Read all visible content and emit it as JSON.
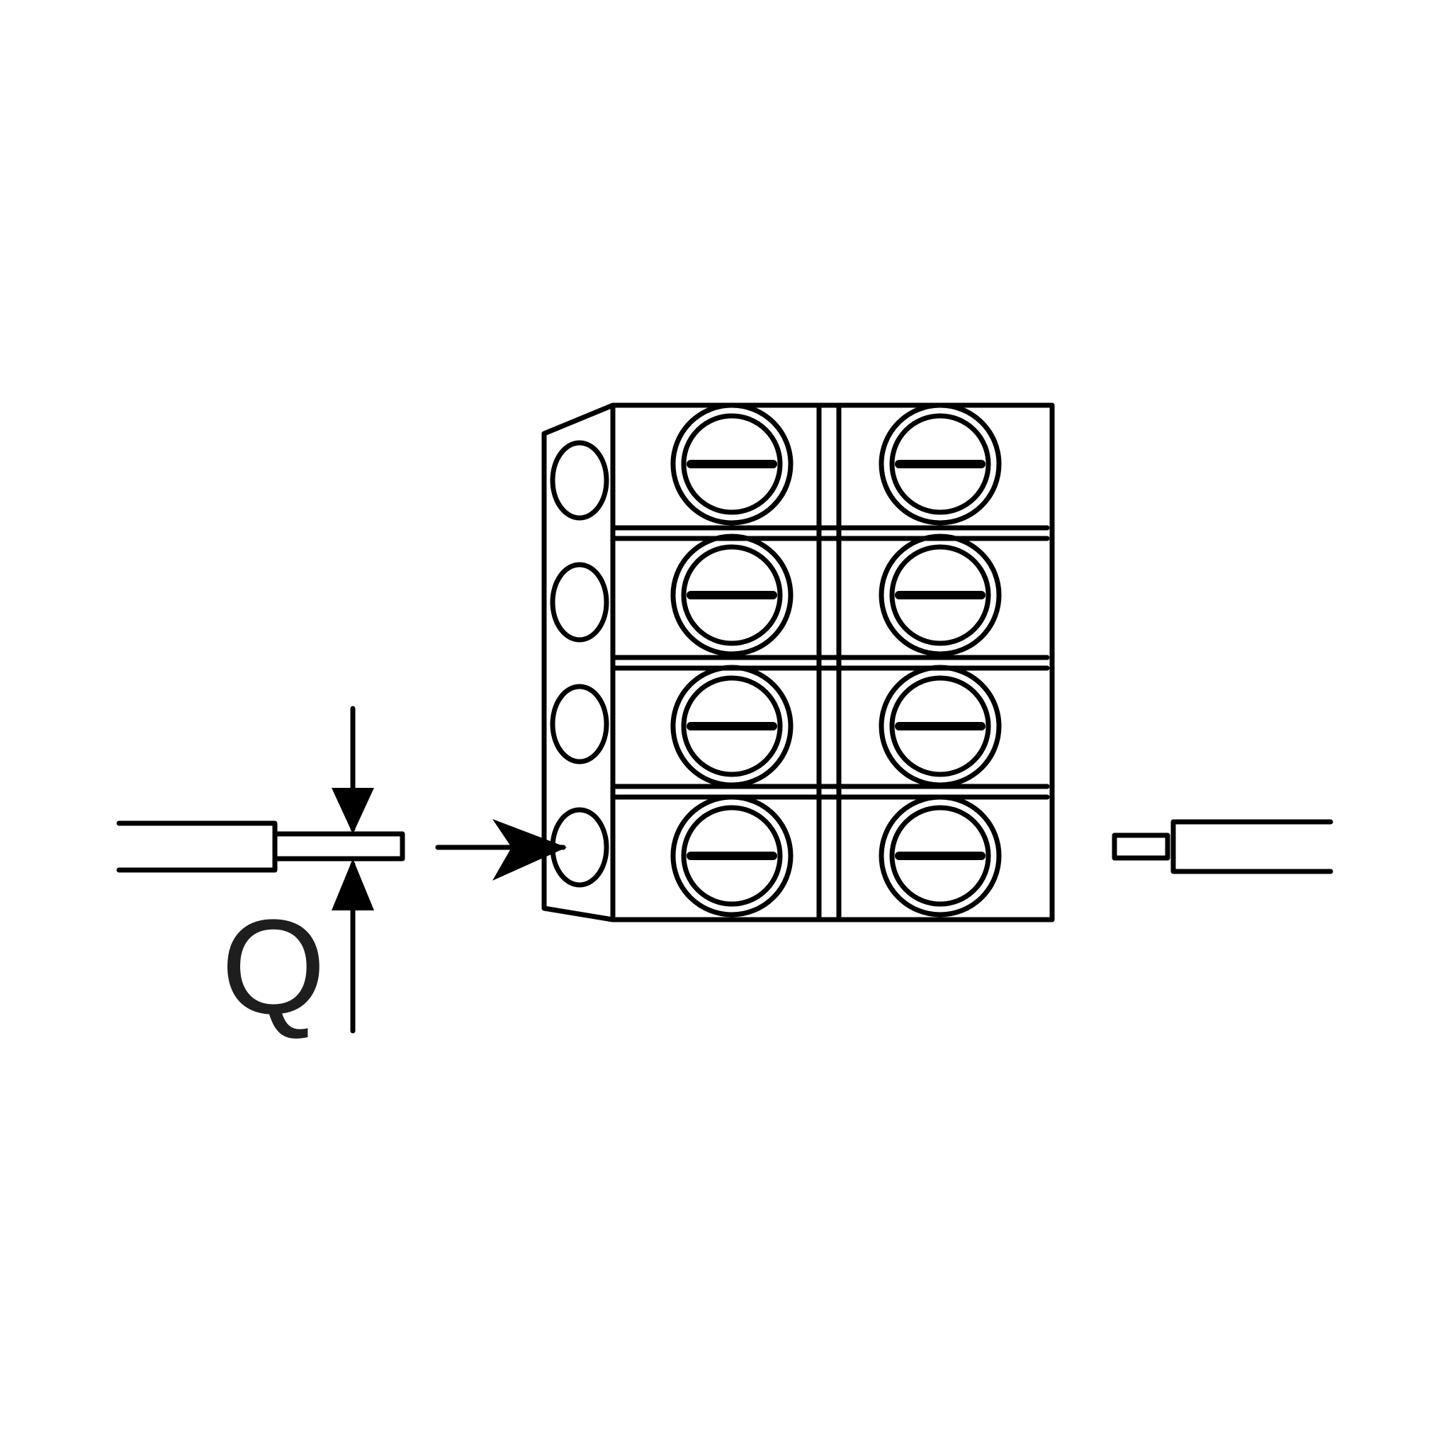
{
  "diagram": {
    "dimension_label": "Q",
    "line_color": "#000000",
    "label_color": "#1e1e1e",
    "background": "#ffffff",
    "terminal_block": {
      "rows": 4,
      "screw_columns": 2,
      "wire_entry_holes": 4
    },
    "icons": [
      "wire-stripped-left-icon",
      "insert-arrow-icon",
      "screw-icon",
      "wire-stripped-right-icon"
    ]
  }
}
